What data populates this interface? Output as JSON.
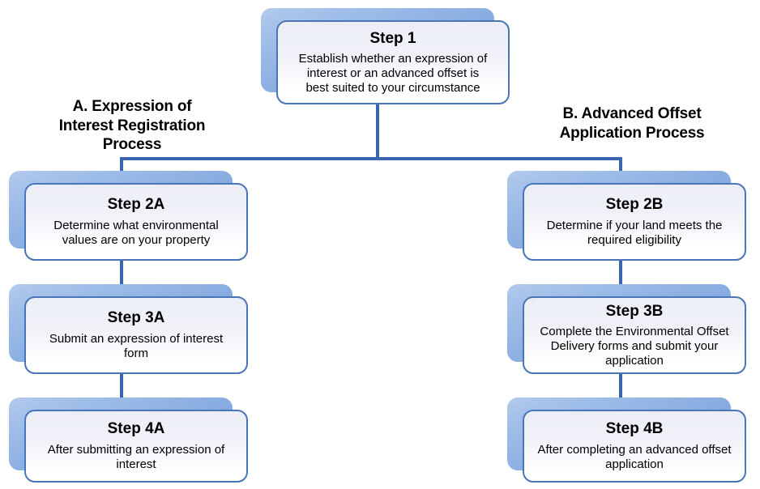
{
  "diagram": {
    "title": "Environmental offsets process flowchart",
    "colors": {
      "connector": "#3a66b0",
      "box_border": "#4876b6",
      "box_shadow_top": "#b3caec",
      "box_shadow_bottom": "#6e98d8",
      "box_fill_top": "#eceef7",
      "box_fill_bottom": "#ffffff",
      "text": "#000000",
      "background": "#ffffff"
    },
    "headings": {
      "left": "A. Expression of\nInterest Registration\nProcess",
      "right": "B. Advanced Offset\nApplication Process"
    },
    "root": {
      "title": "Step 1",
      "body": "Establish whether an expression of\ninterest or an advanced offset is\nbest suited to your circumstance"
    },
    "branch_a": [
      {
        "title": "Step 2A",
        "body": "Determine what environmental\nvalues are on your property"
      },
      {
        "title": "Step 3A",
        "body": "Submit an expression of interest\nform"
      },
      {
        "title": "Step 4A",
        "body": "After submitting an expression of\ninterest"
      }
    ],
    "branch_b": [
      {
        "title": "Step 2B",
        "body": "Determine if your land meets the\nrequired eligibility"
      },
      {
        "title": "Step 3B",
        "body": "Complete the Environmental Offset\nDelivery forms and submit your\napplication"
      },
      {
        "title": "Step 4B",
        "body": "After completing an advanced offset\napplication"
      }
    ]
  }
}
